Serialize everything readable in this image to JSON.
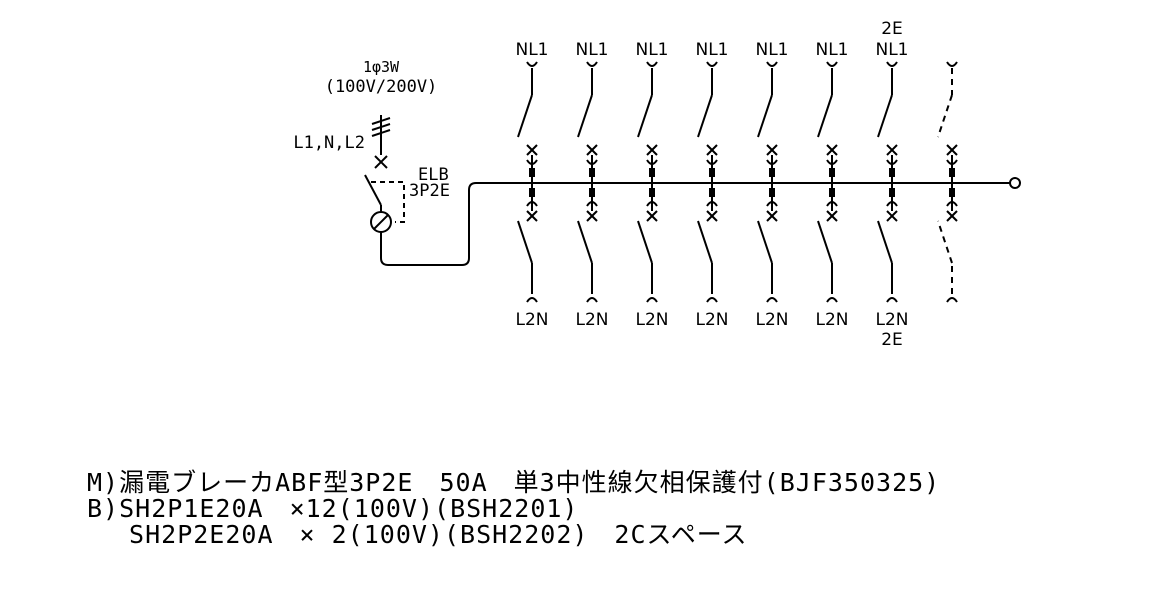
{
  "source": {
    "system": "1φ3W",
    "voltage": "(100V/200V)",
    "phases": "L1,N,L2",
    "main_breaker": "ELB",
    "main_breaker_type": "3P2E"
  },
  "branches": [
    {
      "top": "NL1",
      "bottom": "L2N",
      "top_extra": "",
      "bottom_extra": "",
      "spare": false
    },
    {
      "top": "NL1",
      "bottom": "L2N",
      "top_extra": "",
      "bottom_extra": "",
      "spare": false
    },
    {
      "top": "NL1",
      "bottom": "L2N",
      "top_extra": "",
      "bottom_extra": "",
      "spare": false
    },
    {
      "top": "NL1",
      "bottom": "L2N",
      "top_extra": "",
      "bottom_extra": "",
      "spare": false
    },
    {
      "top": "NL1",
      "bottom": "L2N",
      "top_extra": "",
      "bottom_extra": "",
      "spare": false
    },
    {
      "top": "NL1",
      "bottom": "L2N",
      "top_extra": "",
      "bottom_extra": "",
      "spare": false
    },
    {
      "top": "NL1",
      "bottom": "L2N",
      "top_extra": "2E",
      "bottom_extra": "2E",
      "spare": false
    },
    {
      "top": "",
      "bottom": "",
      "top_extra": "",
      "bottom_extra": "",
      "spare": true
    }
  ],
  "notes": [
    "M)漏電ブレーカABF型3P2E　50A　単3中性線欠相保護付(BJF350325)",
    "B)SH2P1E20A　×12(100V)(BSH2201)",
    "　 SH2P2E20A　× 2(100V)(BSH2202)　2Cスペース"
  ]
}
